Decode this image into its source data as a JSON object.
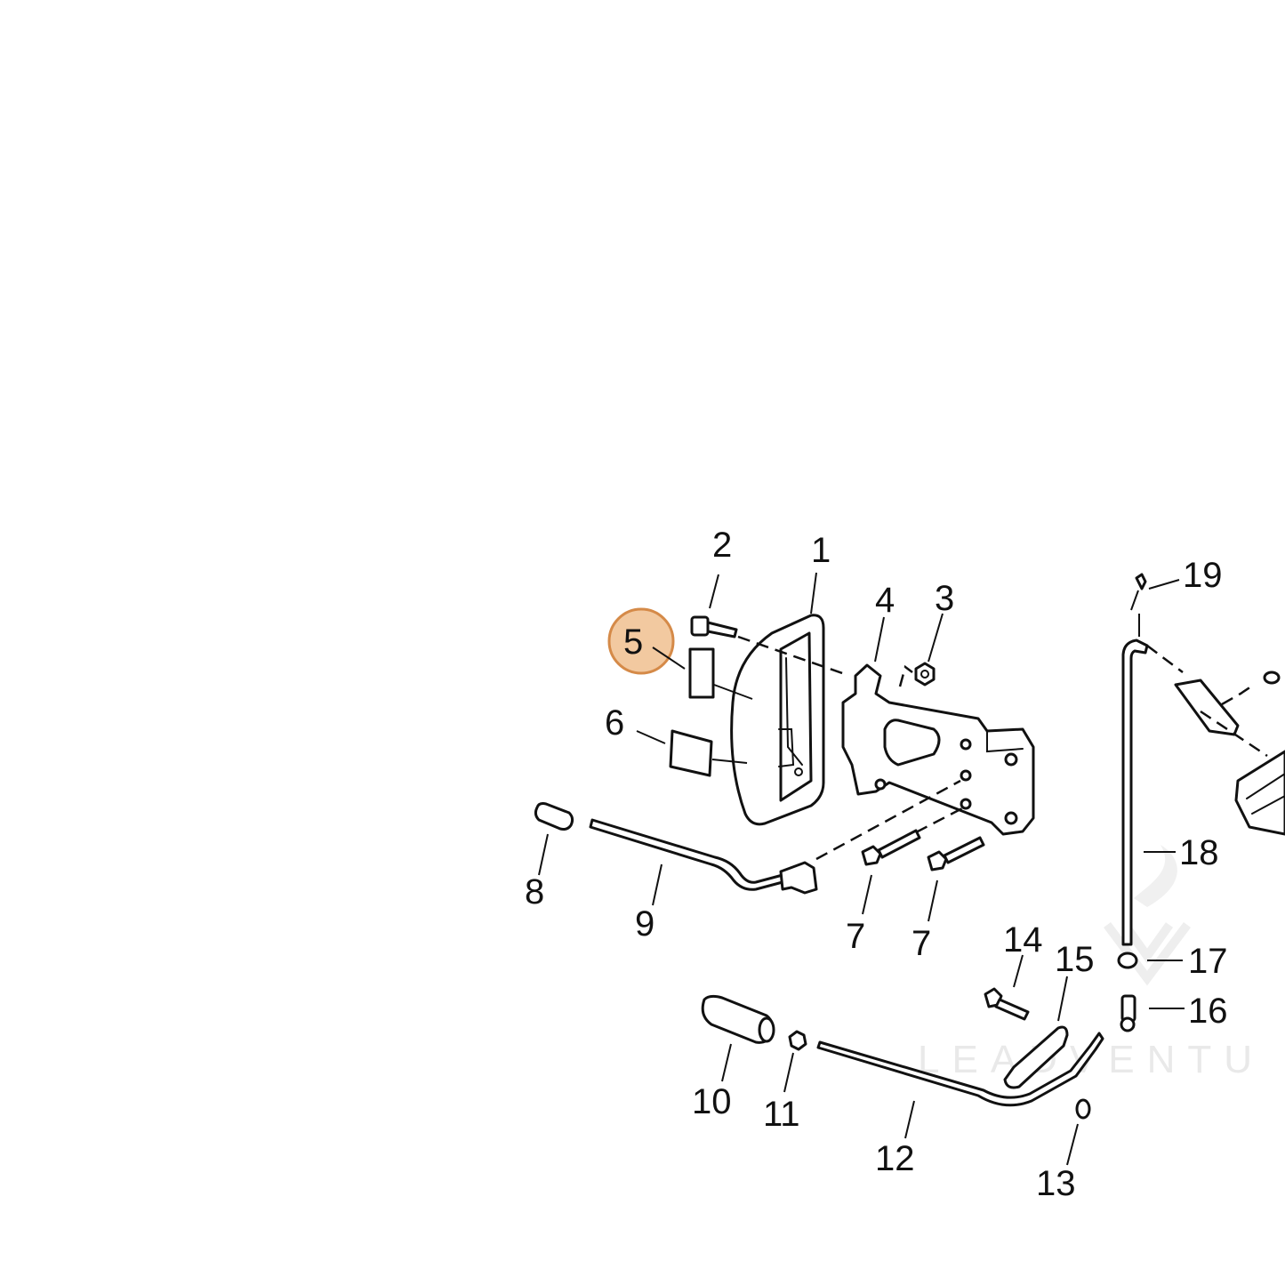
{
  "diagram": {
    "highlighted_part": "5",
    "highlight_color": "#f2c9a0",
    "highlight_stroke": "#d58a48",
    "watermark": "LEADVENTU",
    "callouts": [
      "1",
      "2",
      "3",
      "4",
      "5",
      "6",
      "7",
      "7",
      "8",
      "9",
      "10",
      "11",
      "12",
      "13",
      "14",
      "15",
      "16",
      "17",
      "18",
      "19"
    ]
  }
}
